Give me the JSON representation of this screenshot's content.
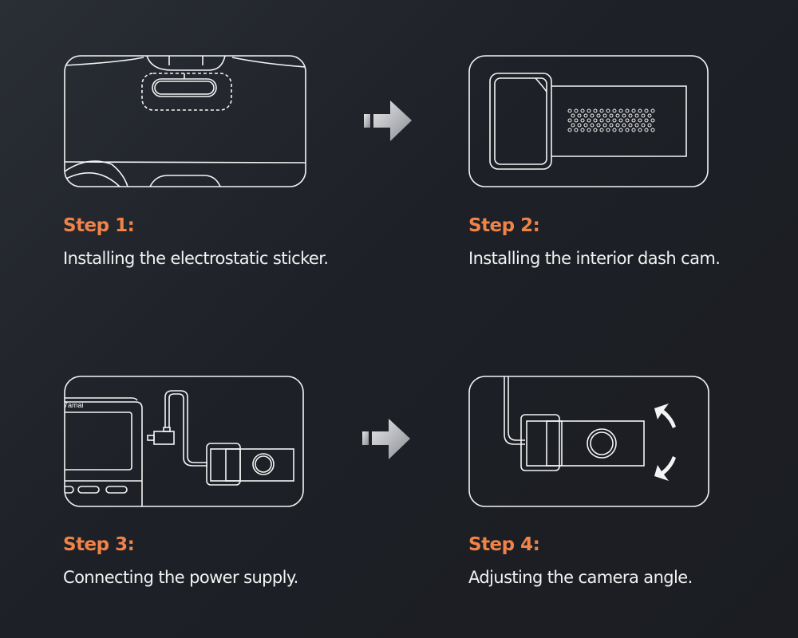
{
  "accent_color": "#ef8348",
  "steps": [
    {
      "label": "Step 1:",
      "description": "Installing the electrostatic sticker."
    },
    {
      "label": "Step 2:",
      "description": "Installing the interior dash cam."
    },
    {
      "label": "Step 3:",
      "description": "Connecting the power supply."
    },
    {
      "label": "Step 4:",
      "description": "Adjusting the camera angle."
    }
  ],
  "brand_fragment": "7amai",
  "icons": {
    "arrow": "arrow-right-icon",
    "rotate": "rotate-arrows-icon"
  }
}
